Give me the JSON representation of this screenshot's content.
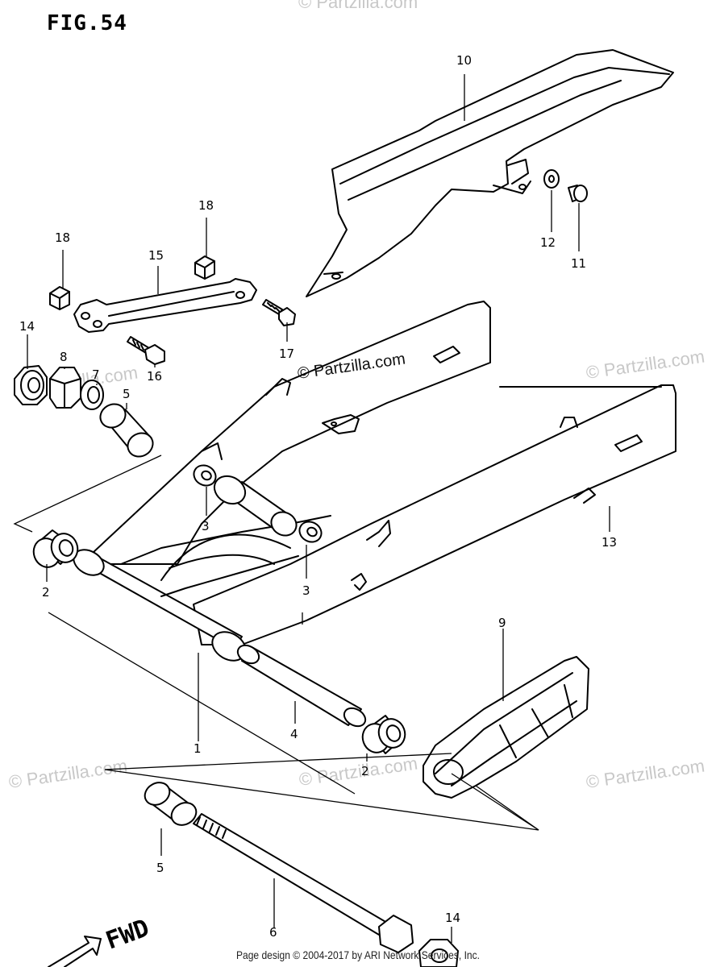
{
  "figure": {
    "title": "FIG.54"
  },
  "callouts": {
    "c1": "1",
    "c2a": "2",
    "c2b": "2",
    "c3a": "3",
    "c3b": "3",
    "c4": "4",
    "c5a": "5",
    "c5b": "5",
    "c6": "6",
    "c7": "7",
    "c8": "8",
    "c9": "9",
    "c10": "10",
    "c11": "11",
    "c12": "12",
    "c13": "13",
    "c14a": "14",
    "c14b": "14",
    "c15": "15",
    "c16": "16",
    "c17": "17",
    "c18a": "18",
    "c18b": "18"
  },
  "direction": {
    "label": "FWD"
  },
  "watermark": {
    "main": "© Partzilla.com",
    "faint": "© Partzilla.com"
  },
  "footer": {
    "text": "Page design © 2004-2017 by ARI Network Services, Inc."
  }
}
